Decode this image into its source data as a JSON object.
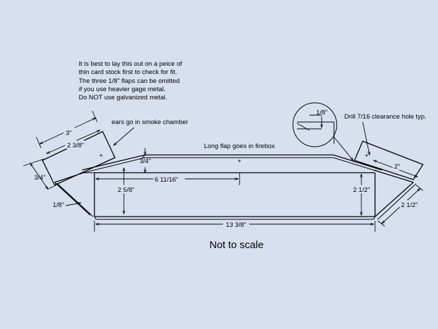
{
  "notes": {
    "line1": "It is best to lay this out on a peice of",
    "line2": "thin card stock first  to check for fit.",
    "line3": "The three 1/8\" flaps can be omitted",
    "line4": "if you use heavier gage metal.",
    "line5": "Do NOT use galvanized metal."
  },
  "labels": {
    "ears": "ears go in smoke chamber",
    "long_flap": "Long flap goes in firebox",
    "drill": "Drill 7/16 clearance hole typ.",
    "not_to_scale": "Not to scale"
  },
  "dimensions": {
    "ear_width": "3\"",
    "ear_inner": "2 3/8\"",
    "ear_height": "3/4\"",
    "flap_left": "1/8\"",
    "flap_top": "3/4\"",
    "half_length": "6 11/16\"",
    "height_left": "2 5/8\"",
    "height_right": "2 1/2\"",
    "total_length": "13 3/8\"",
    "detail_flap": "1/8\"",
    "right_ear": "2\"",
    "right_side": "2 1/2\""
  }
}
